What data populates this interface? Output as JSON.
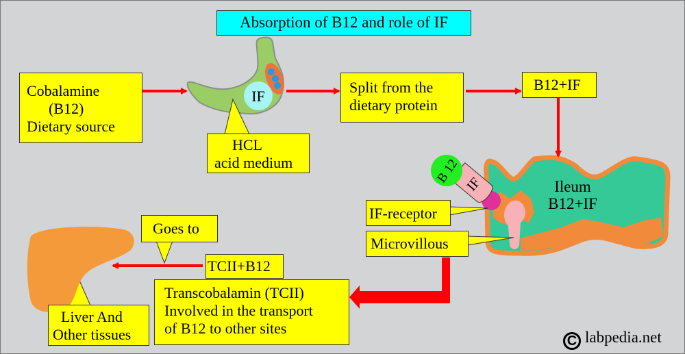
{
  "title": "Absorption of B12 and role of IF",
  "colors": {
    "background": "#d3d4d6",
    "label_box": "#ffff00",
    "title_box": "#00ffff",
    "arrow": "#ff0000",
    "stomach": "#9acd63",
    "intrinsic_factor": "#a6f4f4",
    "parietal_cell": "#f07040",
    "parietal_dots": "#1e9de0",
    "ileum_fill": "#35c997",
    "ileum_border": "#f28a3c",
    "b12_ball": "#22ee22",
    "if_carrier": "#f6b2b6",
    "if_receptor": "#e0309a",
    "liver": "#f59a3a"
  },
  "nodes": {
    "cobalamine": [
      "Cobalamine",
      "(B12)",
      "Dietary source"
    ],
    "stomach_if_label": "IF",
    "hcl": [
      "HCL",
      "acid medium"
    ],
    "split": [
      "Split from the",
      "dietary protein"
    ],
    "b12_if": "B12+IF",
    "ileum": [
      "Ileum",
      "B12+IF"
    ],
    "b12_ball_label": "B 12",
    "if_carrier_label": "IF",
    "if_receptor": "IF-receptor",
    "microvillous": "Microvillous",
    "goes_to": "Goes to",
    "tcii_b12": "TCII+B12",
    "transcobalamin": [
      "Transcobalamin (TCII)",
      "Involved in the transport",
      "of B12 to other sites"
    ],
    "liver": [
      "Liver And",
      "Other tissues"
    ]
  },
  "watermark": {
    "symbol": "C",
    "text": "labpedia.net"
  }
}
